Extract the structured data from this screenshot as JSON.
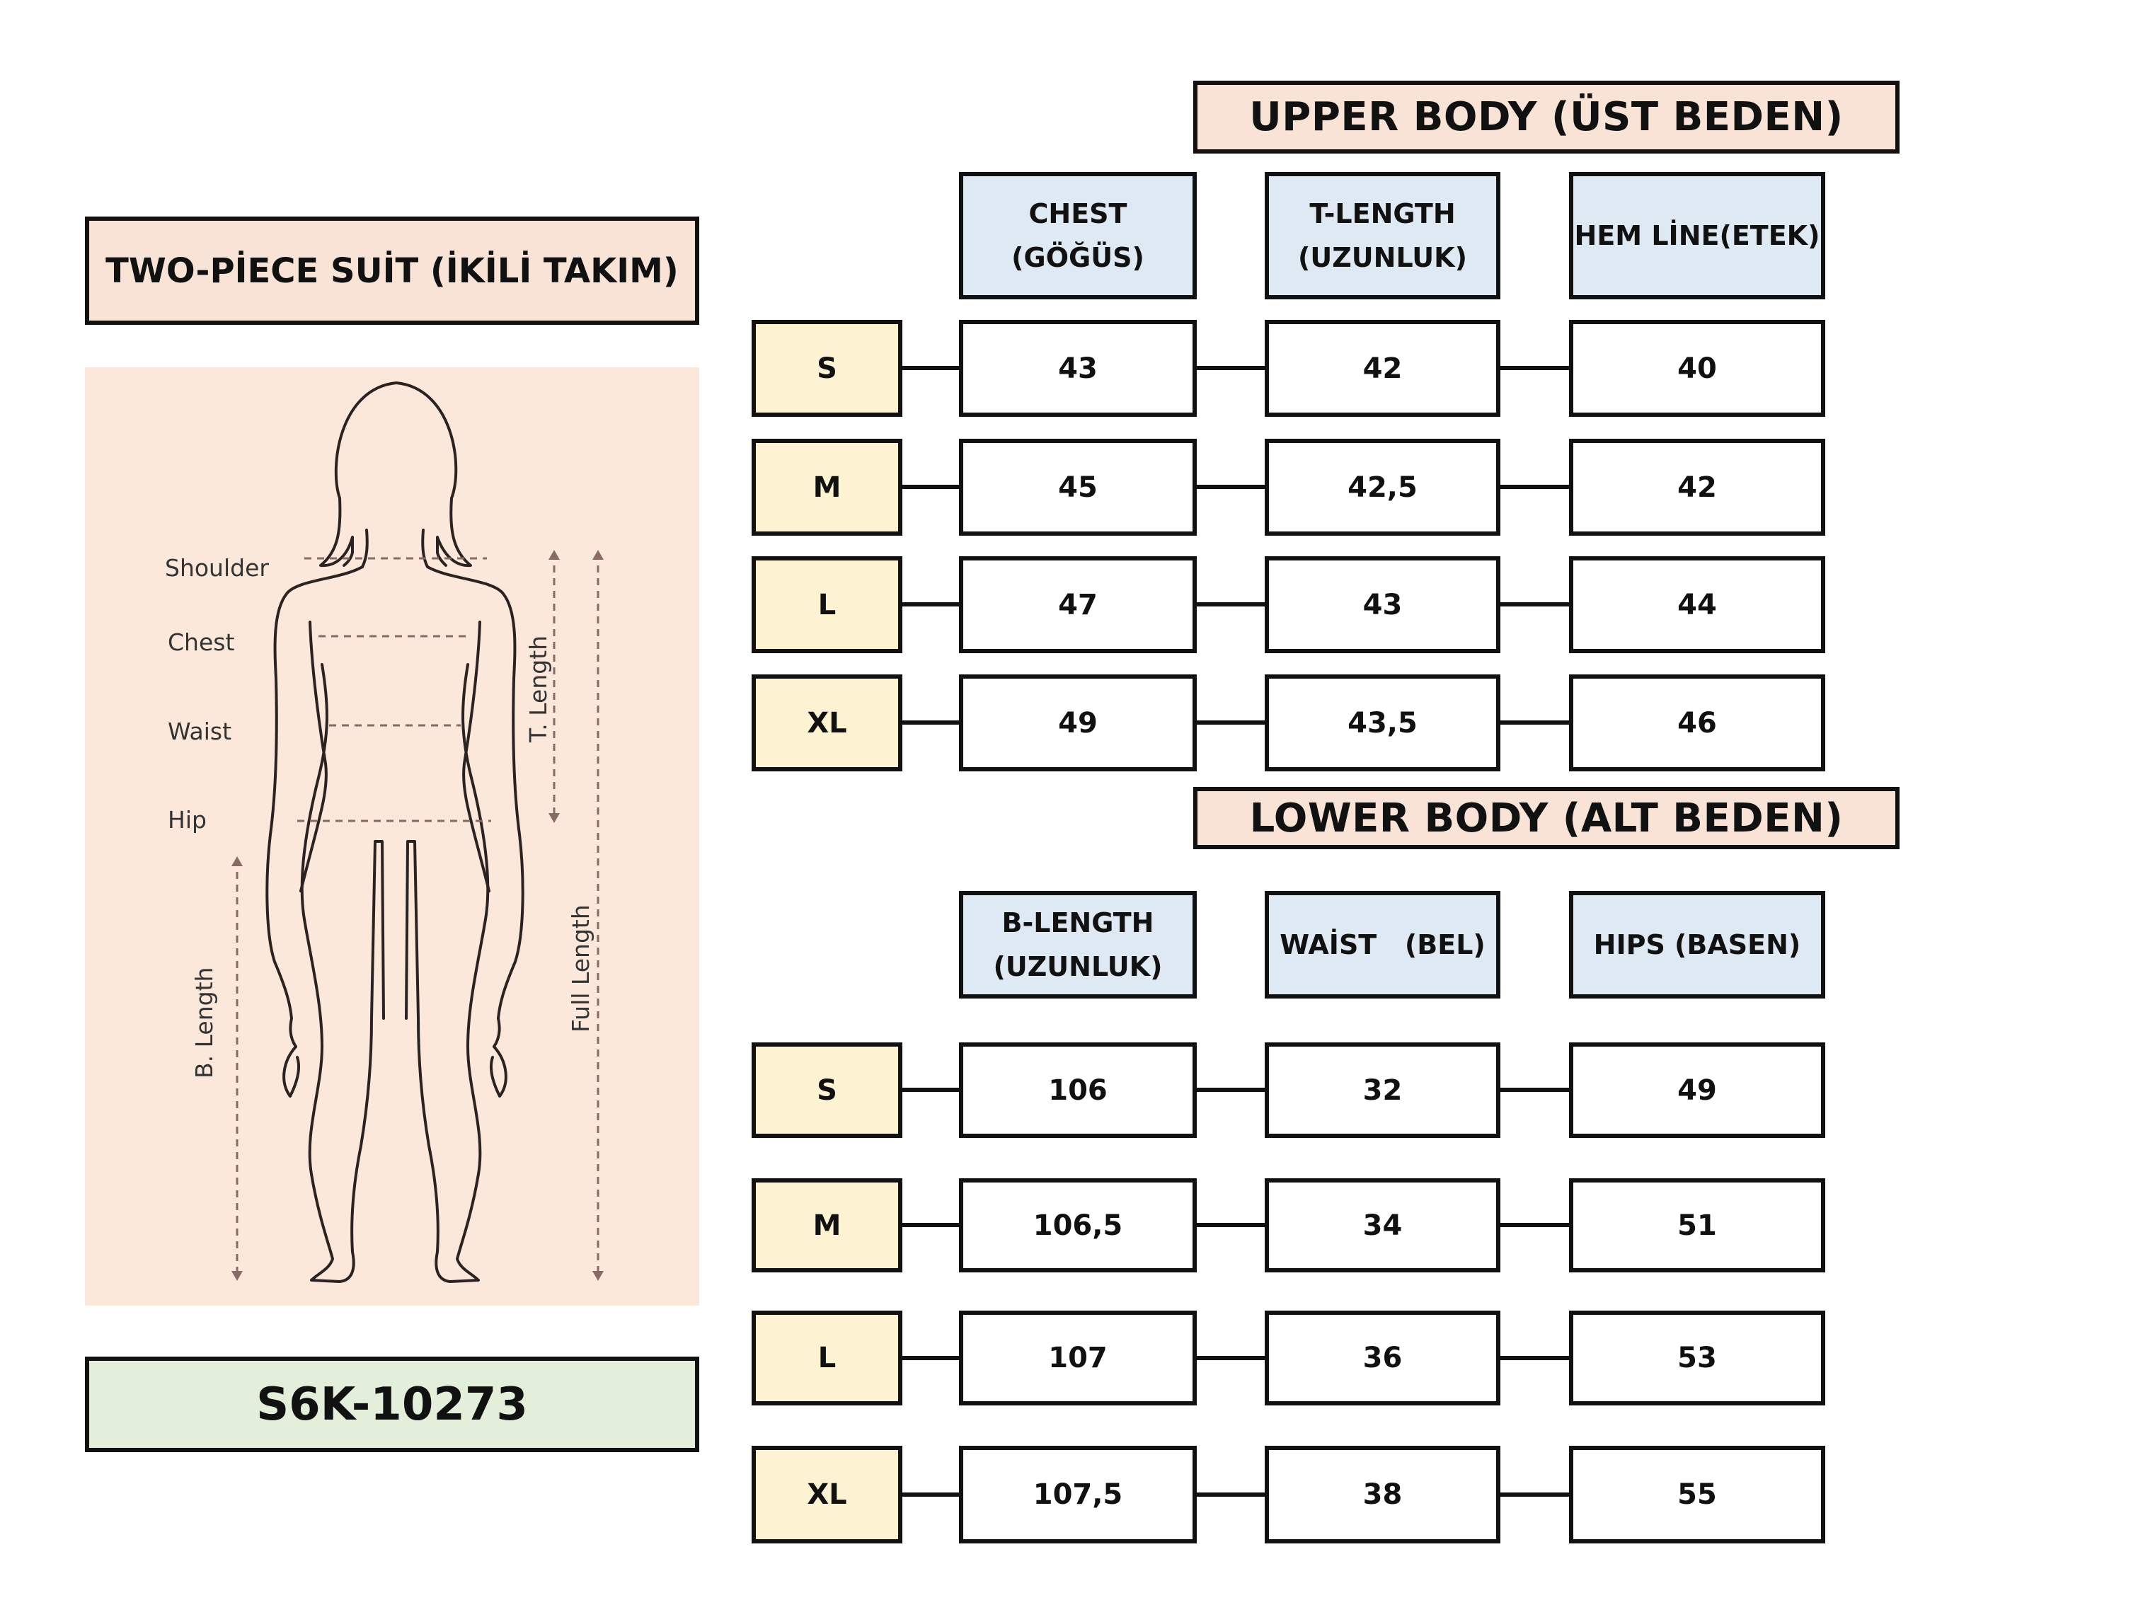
{
  "suit_title": "TWO-PİECE SUİT (İKİLİ TAKIM)",
  "product_code": "S6K-10273",
  "figure": {
    "labels": {
      "shoulder": "Shoulder",
      "chest": "Chest",
      "waist": "Waist",
      "hip": "Hip",
      "t_length": "T. Length",
      "full_length": "Full Length",
      "b_length": "B. Length"
    }
  },
  "upper": {
    "title": "UPPER BODY (ÜST BEDEN)",
    "columns": [
      {
        "line1": "CHEST",
        "line2": "(GÖĞÜS)"
      },
      {
        "line1": "T-LENGTH",
        "line2": "(UZUNLUK)"
      },
      {
        "line1": "HEM LİNE(ETEK)",
        "line2": ""
      }
    ],
    "rows": [
      {
        "size": "S",
        "values": [
          "43",
          "42",
          "40"
        ]
      },
      {
        "size": "M",
        "values": [
          "45",
          "42,5",
          "42"
        ]
      },
      {
        "size": "L",
        "values": [
          "47",
          "43",
          "44"
        ]
      },
      {
        "size": "XL",
        "values": [
          "49",
          "43,5",
          "46"
        ]
      }
    ]
  },
  "lower": {
    "title": "LOWER BODY (ALT BEDEN)",
    "columns": [
      {
        "line1": "B-LENGTH",
        "line2": "(UZUNLUK)"
      },
      {
        "line1": "WAİST   (BEL)",
        "line2": ""
      },
      {
        "line1": "HIPS (BASEN)",
        "line2": ""
      }
    ],
    "rows": [
      {
        "size": "S",
        "values": [
          "106",
          "32",
          "49"
        ]
      },
      {
        "size": "M",
        "values": [
          "106,5",
          "34",
          "51"
        ]
      },
      {
        "size": "L",
        "values": [
          "107",
          "36",
          "53"
        ]
      },
      {
        "size": "XL",
        "values": [
          "107,5",
          "38",
          "55"
        ]
      }
    ]
  },
  "colors": {
    "peach": "#f8e3d6",
    "blue": "#dfe9f4",
    "yellow": "#fdf2d2",
    "green": "#e3efdb",
    "figure_bg": "#fbe8db",
    "arrow": "#8a6a66"
  }
}
